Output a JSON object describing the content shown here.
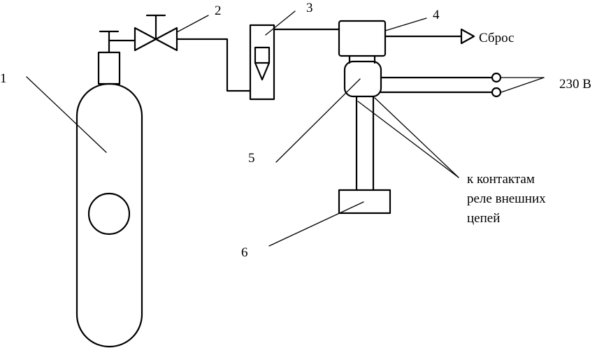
{
  "labels": {
    "n1": "1",
    "n2": "2",
    "n3": "3",
    "n4": "4",
    "n5": "5",
    "n6": "6",
    "vent": "Сброс",
    "voltage": "230 В",
    "relay_line1": "к контактам",
    "relay_line2": "реле внешних",
    "relay_line3": "цепей"
  }
}
